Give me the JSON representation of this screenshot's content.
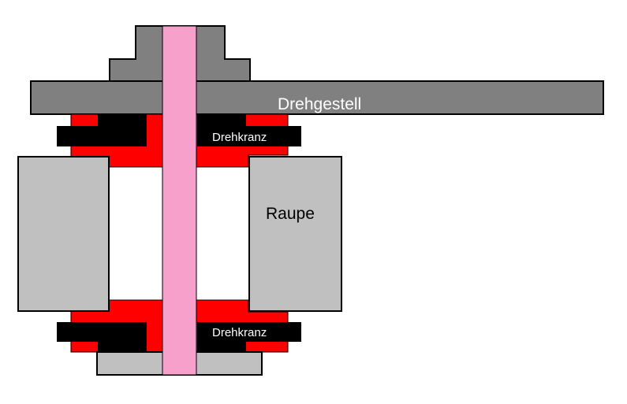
{
  "labels": {
    "frame": "Drehgestell",
    "slewing_ring_top": "Drehkranz",
    "slewing_ring_bottom": "Drehkranz",
    "crawler": "Raupe"
  },
  "colors": {
    "background": "#ffffff",
    "frame": "#808080",
    "shaft": "#f8a0cc",
    "ring_red": "#ff0000",
    "ring_black": "#000000",
    "crawler": "#c0c0c0",
    "base": "#c0c0c0",
    "outline": "#000000",
    "text_light": "#ffffff",
    "text_dark": "#000000"
  }
}
